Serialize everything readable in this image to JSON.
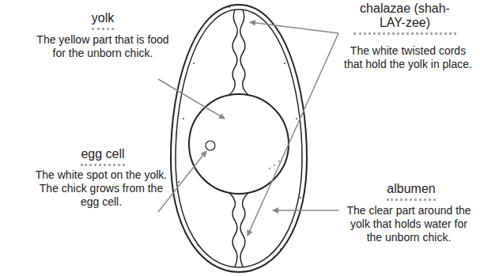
{
  "diagram": {
    "labels": [
      "yolk",
      "The yellow part that is food for the unborn chick.",
      "chalazae (shah-LAY-zee)",
      "The white twisted cords that hold the yolk in place.",
      "egg cell",
      "The white spot on the yolk. The chick grows from the egg cell.",
      "albumen",
      "The clear part around the yolk that holds water for the unborn chick."
    ]
  }
}
